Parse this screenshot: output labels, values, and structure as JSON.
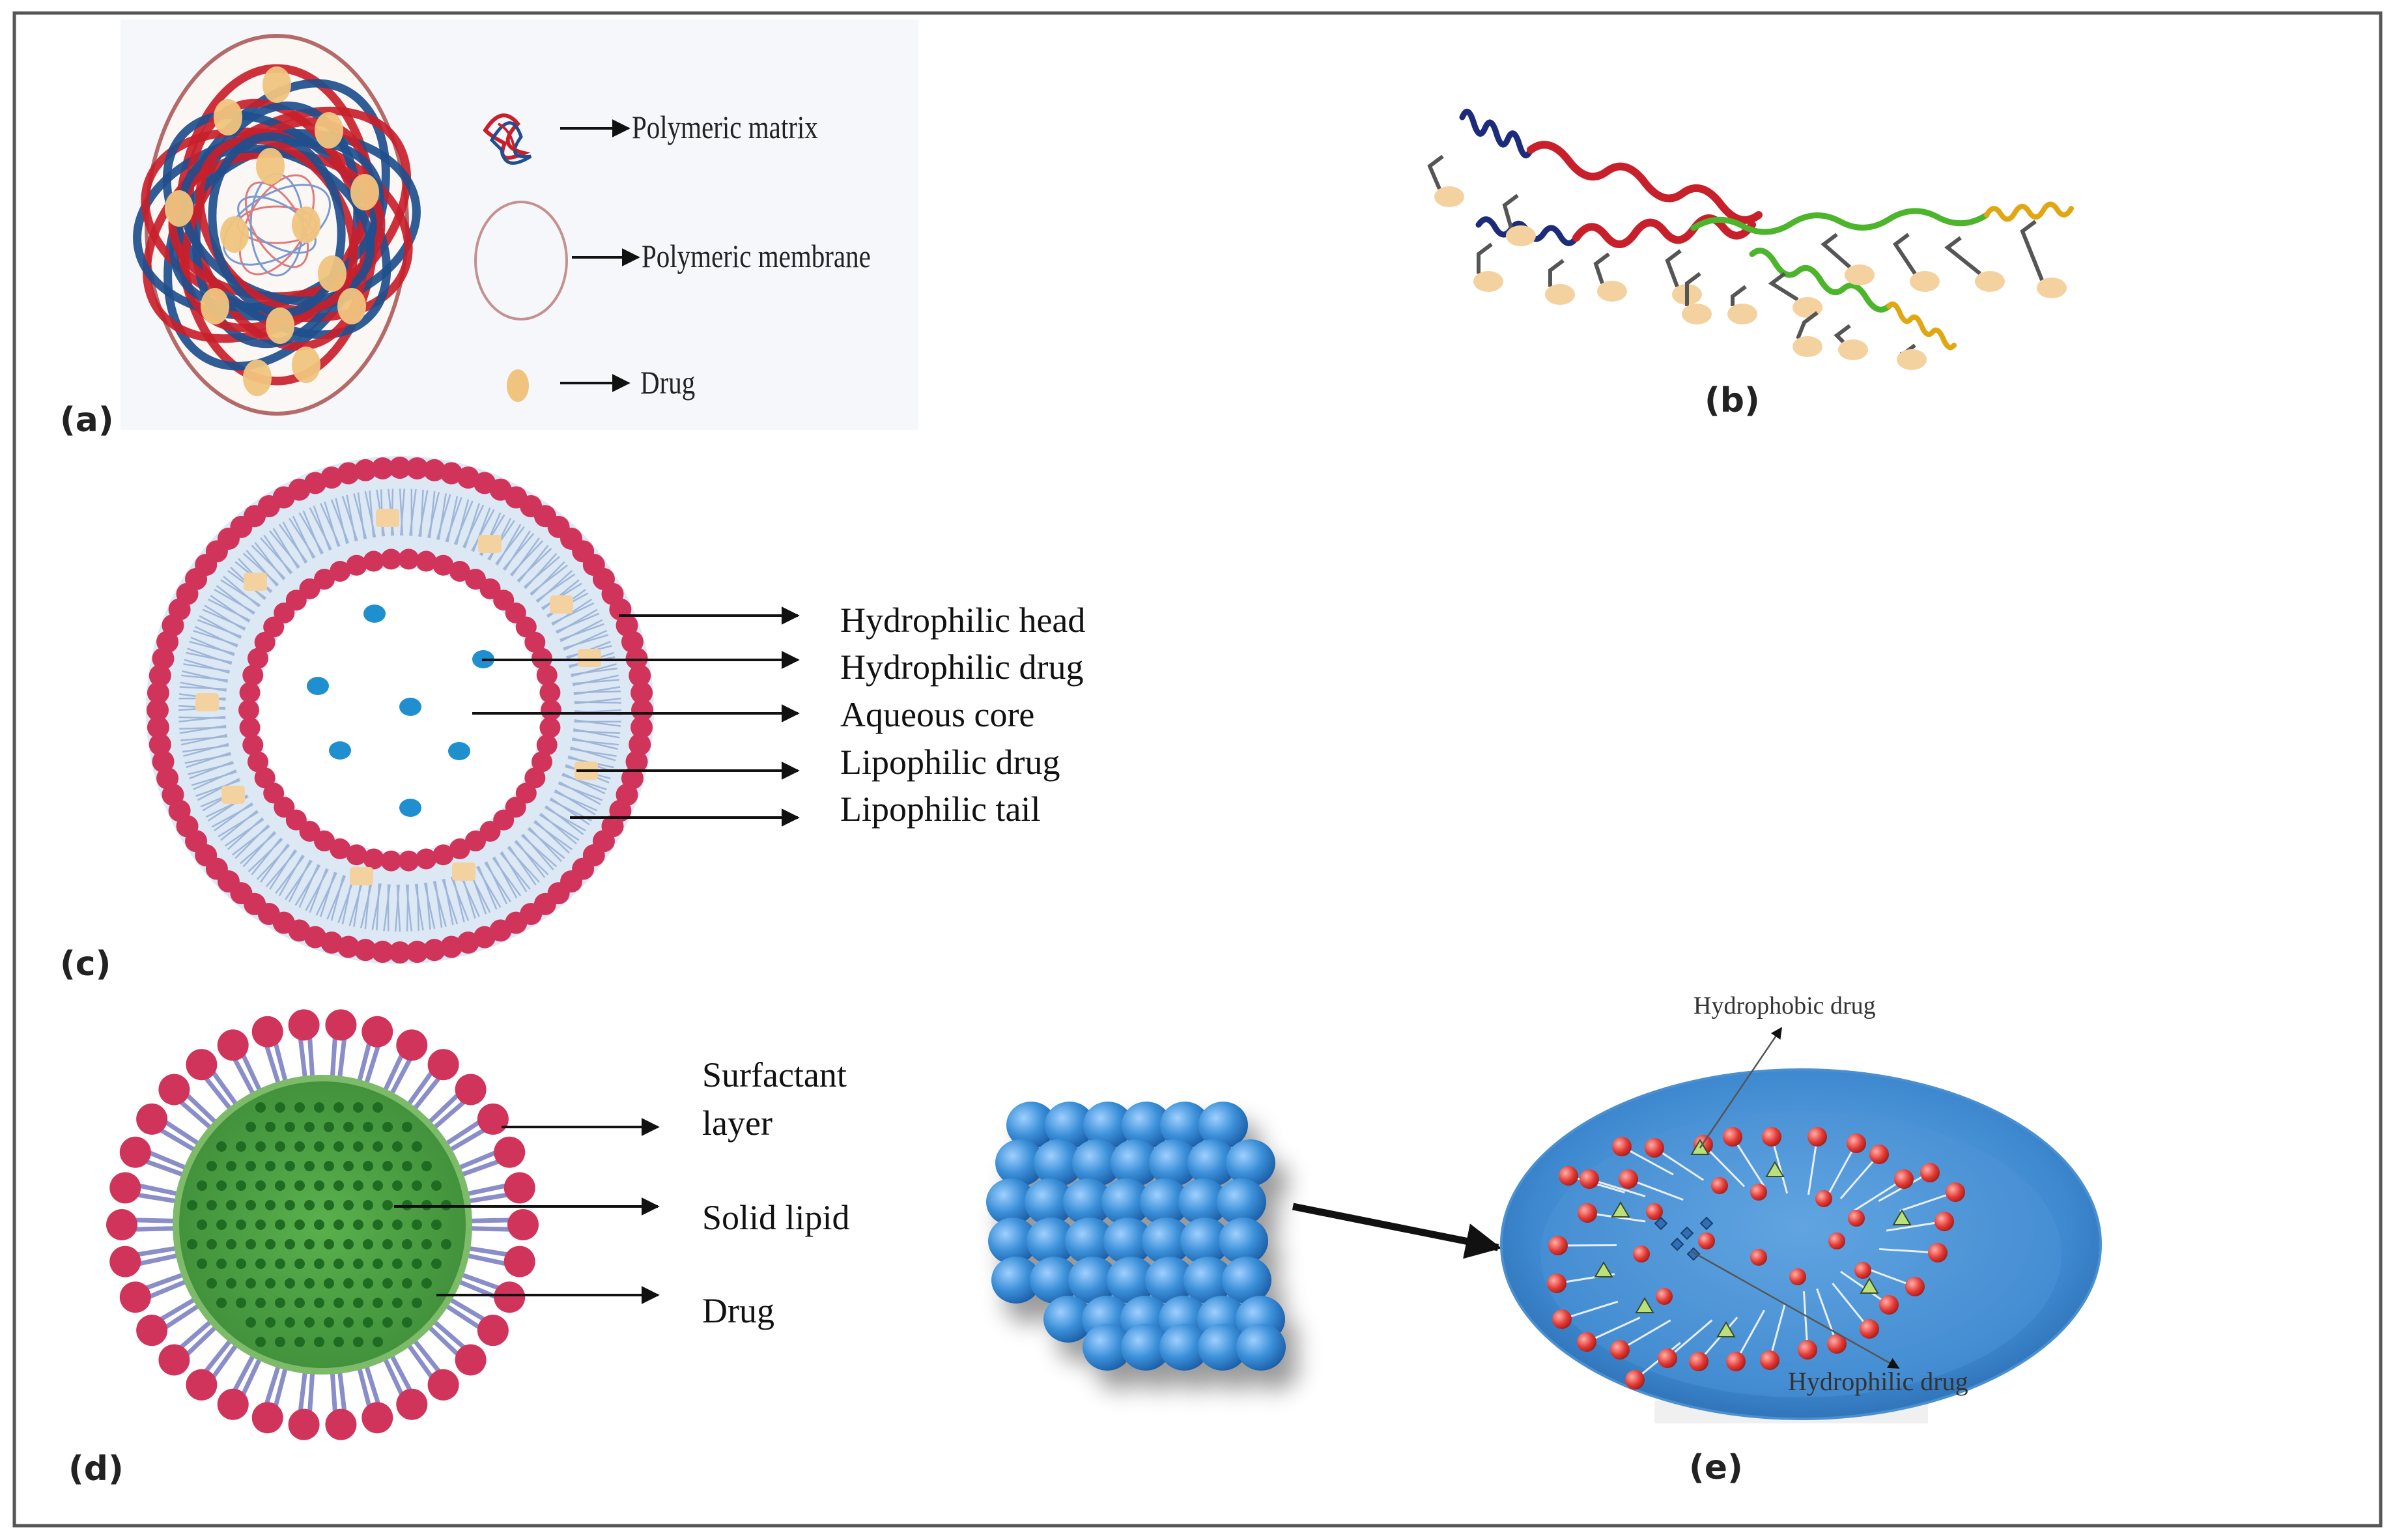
{
  "panels": {
    "a": {
      "label": "(a)",
      "legend": {
        "matrix": "Polymeric matrix",
        "membrane": "Polymeric membrane",
        "drug": "Drug"
      }
    },
    "b": {
      "label": "(b)"
    },
    "c": {
      "label": "(c)",
      "labels": {
        "head": "Hydrophilic head",
        "hydrophilic_drug": "Hydrophilic drug",
        "core": "Aqueous core",
        "lipophilic_drug": "Lipophilic drug",
        "tail": "Lipophilic tail"
      }
    },
    "d": {
      "label": "(d)",
      "labels": {
        "surfactant_line1": "Surfactant",
        "surfactant_line2": "layer",
        "solid_lipid": "Solid lipid",
        "drug": "Drug"
      }
    },
    "e": {
      "label": "(e)",
      "labels": {
        "hydrophobic": "Hydrophobic drug",
        "hydrophilic": "Hydrophilic drug"
      }
    }
  },
  "colors": {
    "head_red": "#d0345a",
    "tail_blue": "#c7d8ec",
    "drug_tan": "#f4d2a0",
    "core_drug_blue": "#1f8fcf",
    "polymer_red": "#c8202b",
    "polymer_blue": "#1f4f8e",
    "chain_green": "#4db52c",
    "chain_gold": "#e0a712",
    "chain_navy": "#1d2c7a",
    "lipid_green": "#3f9a3a",
    "sphere_blue": "#3a8fd8",
    "frame": "#555555"
  }
}
